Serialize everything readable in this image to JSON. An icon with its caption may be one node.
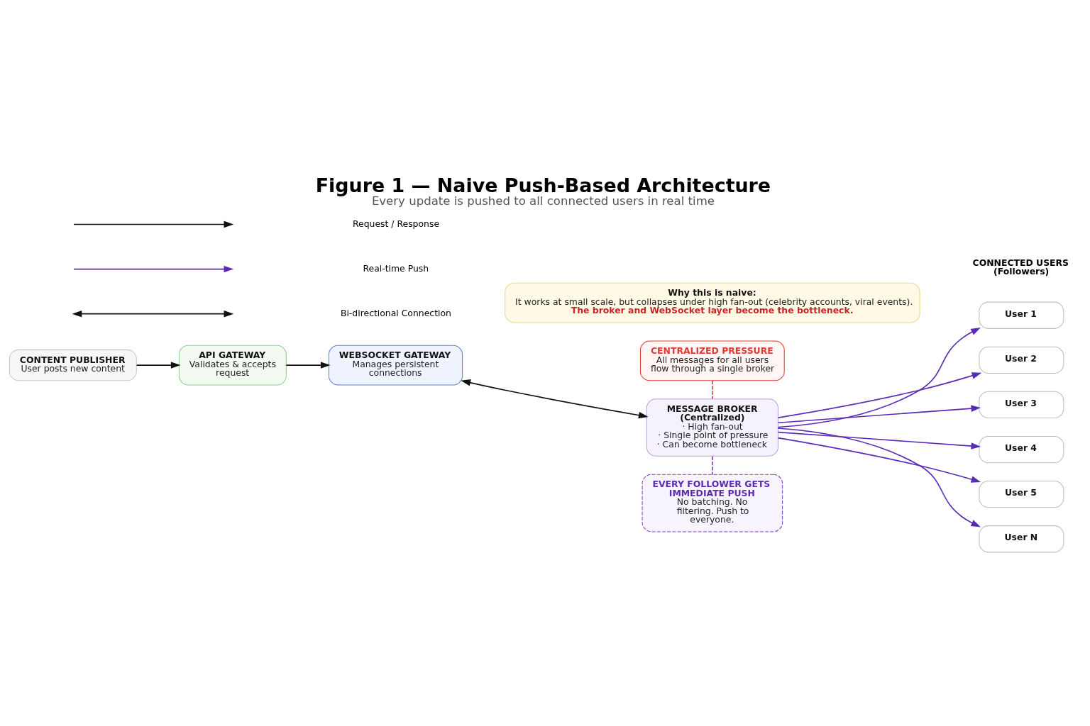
{
  "diagram": {
    "title": "Figure 1 — Naive Push-Based Architecture",
    "caption": "Every update is pushed to all connected users in real time",
    "nodes": [
      {
        "text": [
          "CONTENT PUBLISHER",
          "User posts new content"
        ]
      },
      {
        "text": [
          "API GATEWAY",
          "Validates & accepts request"
        ]
      },
      {
        "text": [
          "WEBSOCKET GATEWAY",
          "Manages persistent connections"
        ]
      },
      {
        "text": [
          "MESSAGE BROKER (Centralized)",
          "· High fan-out",
          "· Single point of pressure",
          "· Can become bottleneck"
        ]
      },
      {
        "text": [
          "CENTRALIZED PRESSURE",
          "All messages for all users flow through a single broker"
        ]
      },
      {
        "text": [
          "EVERY FOLLOWER GETS IMMEDIATE PUSH",
          "No batching. No filtering. Push to everyone."
        ]
      },
      {
        "text": [
          "User 1"
        ]
      },
      {
        "text": [
          "User 2"
        ]
      },
      {
        "text": [
          "User 3"
        ]
      },
      {
        "text": [
          "User 4"
        ]
      },
      {
        "text": [
          "User 5"
        ]
      },
      {
        "text": [
          "User N"
        ]
      },
      {
        "text": [
          "Why this is naive:",
          "It works at small scale, but collapses under high fan-out (celebrity accounts, viral events).",
          "The broker and WebSocket layer become the bottleneck."
        ]
      }
    ],
    "edges": [
      {
        "from": 0,
        "to": 1,
        "arrow": "to",
        "color": "#111111"
      },
      {
        "from": 1,
        "to": 2,
        "arrow": "to",
        "color": "#111111"
      },
      {
        "from": 2,
        "to": 3,
        "arrow": "both",
        "color": "#111111"
      },
      {
        "from": 4,
        "to": 3,
        "arrow": "none",
        "style": "dashed",
        "color": "#e53935"
      },
      {
        "from": 3,
        "to": 5,
        "arrow": "none",
        "style": "dashed",
        "color": "#7b3fc4"
      },
      {
        "from": 3,
        "to": 6,
        "arrow": "to"
      },
      {
        "from": 3,
        "to": 7,
        "arrow": "to"
      },
      {
        "from": 3,
        "to": 8,
        "arrow": "to"
      },
      {
        "from": 3,
        "to": 9,
        "arrow": "to"
      },
      {
        "from": 3,
        "to": 10,
        "arrow": "to"
      },
      {
        "from": 3,
        "to": 11,
        "arrow": "to"
      }
    ],
    "labels": [
      "CONNECTED USERS (Followers)"
    ],
    "legend": [
      {
        "text": "Request / Response"
      },
      {
        "text": "Real-time Push"
      },
      {
        "text": "Bi-directional Connection"
      }
    ]
  }
}
